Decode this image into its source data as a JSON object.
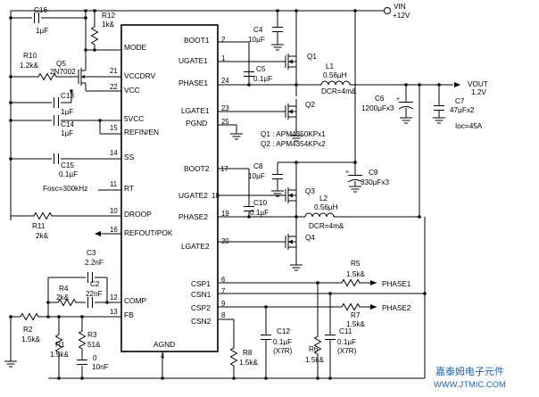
{
  "ic": {
    "left_pins": [
      {
        "name": "MODE",
        "num": ""
      },
      {
        "name": "VCCDRV",
        "num": "21"
      },
      {
        "name": "VCC",
        "num": "22"
      },
      {
        "name": "5VCC",
        "num": ""
      },
      {
        "name": "REFIN/EN",
        "num": "15"
      },
      {
        "name": "SS",
        "num": "14"
      },
      {
        "name": "RT",
        "num": "11"
      },
      {
        "name": "DROOP",
        "num": "10"
      },
      {
        "name": "REFOUT/POK",
        "num": "16"
      },
      {
        "name": "COMP",
        "num": "12"
      },
      {
        "name": "FB",
        "num": "13"
      }
    ],
    "right_pins": [
      {
        "name": "BOOT1",
        "num": "2"
      },
      {
        "name": "UGATE1",
        "num": "1"
      },
      {
        "name": "PHASE1",
        "num": "24"
      },
      {
        "name": "LGATE1",
        "num": "23"
      },
      {
        "name": "PGND",
        "num": "25"
      },
      {
        "name": "BOOT2",
        "num": "17"
      },
      {
        "name": "UGATE2",
        "num": "18"
      },
      {
        "name": "PHASE2",
        "num": "19"
      },
      {
        "name": "LGATE2",
        "num": "20"
      },
      {
        "name": "CSP1",
        "num": "6"
      },
      {
        "name": "CSN1",
        "num": "7"
      },
      {
        "name": "CSP2",
        "num": "9"
      },
      {
        "name": "CSN2",
        "num": "8"
      }
    ],
    "bottom_pin": {
      "name": "AGND",
      "num": "4"
    }
  },
  "components": {
    "c16": {
      "ref": "C16",
      "val": "1µF"
    },
    "r12": {
      "ref": "R12",
      "val": "1k&"
    },
    "r10": {
      "ref": "R10",
      "val": "1.2k&"
    },
    "q5": {
      "ref": "Q5",
      "val": "2N7002"
    },
    "c13": {
      "ref": "C13",
      "val": "1µF"
    },
    "c14": {
      "ref": "C14",
      "val": "1µF"
    },
    "c15": {
      "ref": "C15",
      "val": "0.1µF"
    },
    "fosc": "Fosc=300kHz",
    "r11": {
      "ref": "R11",
      "val": "2k&"
    },
    "c3": {
      "ref": "C3",
      "val": "2.2nF"
    },
    "r4": {
      "ref": "R4",
      "val": "2k&"
    },
    "c2": {
      "ref": "C2",
      "val": "22nF"
    },
    "r2": {
      "ref": "R2",
      "val": "1.5k&"
    },
    "r1": {
      "ref": "R1",
      "val": "1.5k&"
    },
    "r3": {
      "ref": "R3",
      "val": "51&"
    },
    "c_bottom": {
      "ref": "0",
      "val": "10nF"
    },
    "c4": {
      "ref": "C4",
      "val": "10µF"
    },
    "c5": {
      "ref": "C5",
      "val": "0.1µF"
    },
    "q1": {
      "ref": "Q1"
    },
    "l1": {
      "ref": "L1",
      "val": "0.56µH",
      "dcr": "DCR=4m&"
    },
    "q2": {
      "ref": "Q2"
    },
    "c6": {
      "ref": "C6",
      "val": "1200µFx3"
    },
    "c7": {
      "ref": "C7",
      "val": "47µFx2"
    },
    "ioc": "Ioc=45A",
    "q_note1": "Q1 : APM4350KPx1",
    "q_note2": "Q2 : APM4354KPx2",
    "c8": {
      "ref": "C8",
      "val": "10µF"
    },
    "c10": {
      "ref": "C10",
      "val": "0.1µF"
    },
    "q3": {
      "ref": "Q3"
    },
    "c9": {
      "ref": "C9",
      "val": "330µFx3"
    },
    "l2": {
      "ref": "L2",
      "val": "0.56µH",
      "dcr": "DCR=4m&"
    },
    "q4": {
      "ref": "Q4"
    },
    "r5": {
      "ref": "R5",
      "val": "1.5k&"
    },
    "phase1_label": "PHASE1",
    "r7": {
      "ref": "R7",
      "val": "1.5k&"
    },
    "phase2_label": "PHASE2",
    "c12": {
      "ref": "C12",
      "val": "0.1µF",
      "type": "(X7R)"
    },
    "c11": {
      "ref": "C11",
      "val": "0.1µF",
      "type": "(X7R)"
    },
    "r6": {
      "ref": "R6",
      "val": "1.5k&"
    },
    "r8": {
      "ref": "R8",
      "val": "1.5k&"
    }
  },
  "nets": {
    "vin_label": "VIN",
    "vin_value": "+12V",
    "vout_label": "VOUT",
    "vout_value": "1.2V"
  },
  "watermark": {
    "cn": "嘉泰姆电子元件",
    "url": "WWW.JTMIC.COM"
  }
}
